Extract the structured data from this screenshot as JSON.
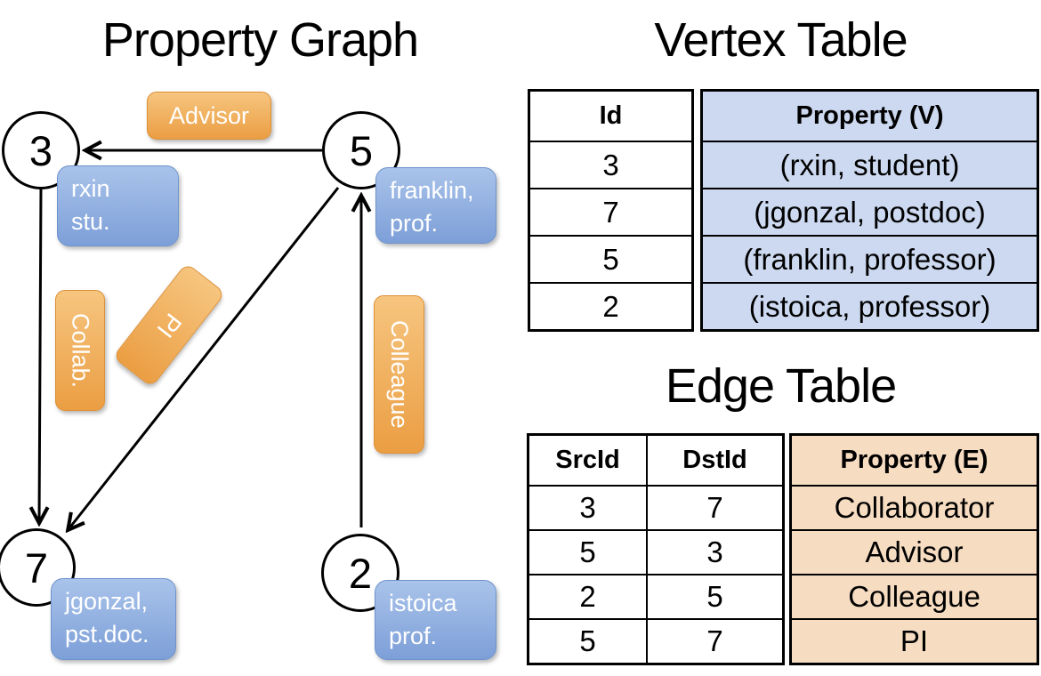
{
  "graph": {
    "title": "Property Graph",
    "nodes": [
      {
        "id": "3",
        "label_line1": "rxin",
        "label_line2": "stu."
      },
      {
        "id": "5",
        "label_line1": "franklin,",
        "label_line2": "prof."
      },
      {
        "id": "7",
        "label_line1": "jgonzal,",
        "label_line2": "pst.doc."
      },
      {
        "id": "2",
        "label_line1": "istoica",
        "label_line2": "prof."
      }
    ],
    "edges": [
      {
        "src": "5",
        "dst": "3",
        "label": "Advisor"
      },
      {
        "src": "3",
        "dst": "7",
        "label": "Collab."
      },
      {
        "src": "5",
        "dst": "7",
        "label": "PI"
      },
      {
        "src": "2",
        "dst": "5",
        "label": "Colleague"
      }
    ]
  },
  "vertex_table": {
    "title": "Vertex Table",
    "headers": {
      "id": "Id",
      "property": "Property (V)"
    },
    "rows": [
      {
        "id": "3",
        "property": "(rxin, student)"
      },
      {
        "id": "7",
        "property": "(jgonzal, postdoc)"
      },
      {
        "id": "5",
        "property": "(franklin, professor)"
      },
      {
        "id": "2",
        "property": "(istoica, professor)"
      }
    ]
  },
  "edge_table": {
    "title": "Edge Table",
    "headers": {
      "src": "SrcId",
      "dst": "DstId",
      "property": "Property (E)"
    },
    "rows": [
      {
        "src": "3",
        "dst": "7",
        "property": "Collaborator"
      },
      {
        "src": "5",
        "dst": "3",
        "property": "Advisor"
      },
      {
        "src": "2",
        "dst": "5",
        "property": "Colleague"
      },
      {
        "src": "5",
        "dst": "7",
        "property": "PI"
      }
    ]
  },
  "colors": {
    "vertex_box_top": "#a9c3ea",
    "vertex_box_bottom": "#7d9fd8",
    "edge_box_top": "#f6c57f",
    "edge_box_bottom": "#eb9e43",
    "vertex_table_cell": "#ccd9f0",
    "edge_table_cell": "#f6dcc1",
    "line": "#000000"
  }
}
